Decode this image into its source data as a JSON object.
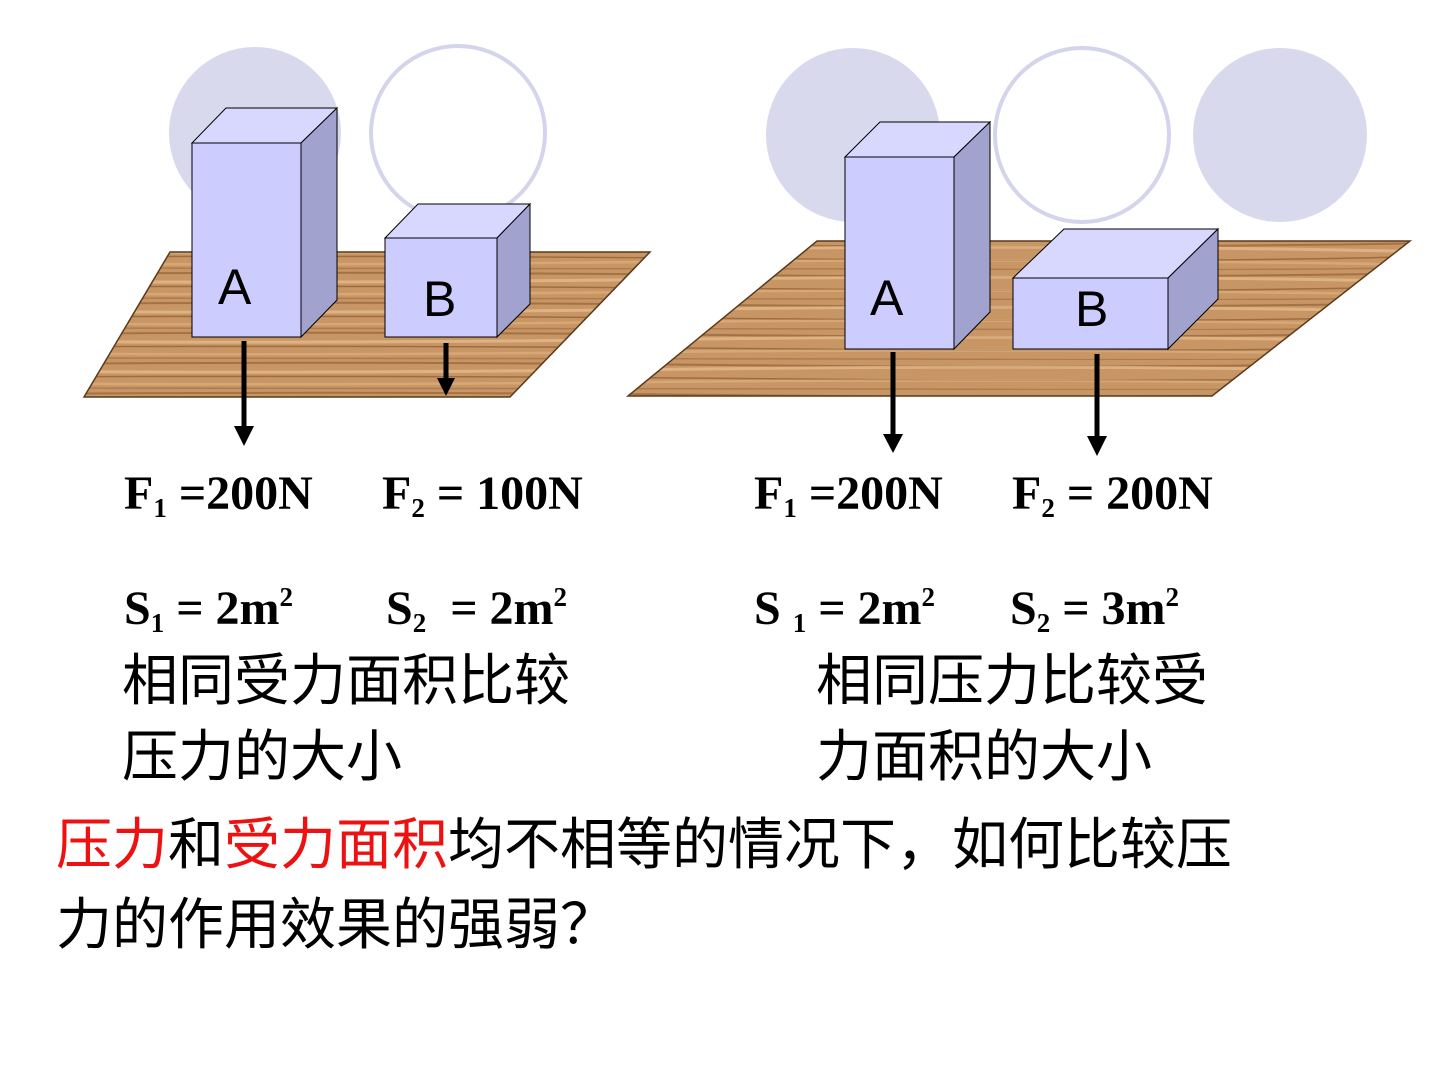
{
  "colors": {
    "circle_fill": "#d9d9ee",
    "circle_stroke": "#d4d4ec",
    "block_front": "#ccccff",
    "block_top": "#d8d8ff",
    "block_side": "#a2a2cf",
    "wood_base": "#c89564",
    "highlight": "#ee1111"
  },
  "left_scene": {
    "block_a_label": "A",
    "block_b_label": "B",
    "f1": {
      "symbol": "F",
      "sub": "1",
      "text": " =200N"
    },
    "f2": {
      "symbol": "F",
      "sub": "2",
      "text": " = 100N"
    },
    "s1": {
      "symbol": "S",
      "sub": "1",
      "text": " = 2m",
      "sup": "2"
    },
    "s2": {
      "symbol": "S",
      "sub": "2",
      "text": "  = 2m",
      "sup": "2"
    },
    "caption_line1": "相同受力面积比较",
    "caption_line2": "压力的大小"
  },
  "right_scene": {
    "block_a_label": "A",
    "block_b_label": "B",
    "f1": {
      "symbol": "F",
      "sub": "1",
      "text": " =200N"
    },
    "f2": {
      "symbol": "F",
      "sub": "2",
      "text": " = 200N"
    },
    "s1": {
      "symbol": "S ",
      "sub": "1",
      "text": " = 2m",
      "sup": "2"
    },
    "s2": {
      "symbol": "S",
      "sub": "2",
      "text": " = 3m",
      "sup": "2"
    },
    "caption_line1": "相同压力比较受",
    "caption_line2": "力面积的大小"
  },
  "question": {
    "part1": "压力",
    "part2": "和",
    "part3": "受力面积",
    "part4": "均不相等的情况下，如何比较压",
    "line2": "力的作用效果的强弱？"
  }
}
